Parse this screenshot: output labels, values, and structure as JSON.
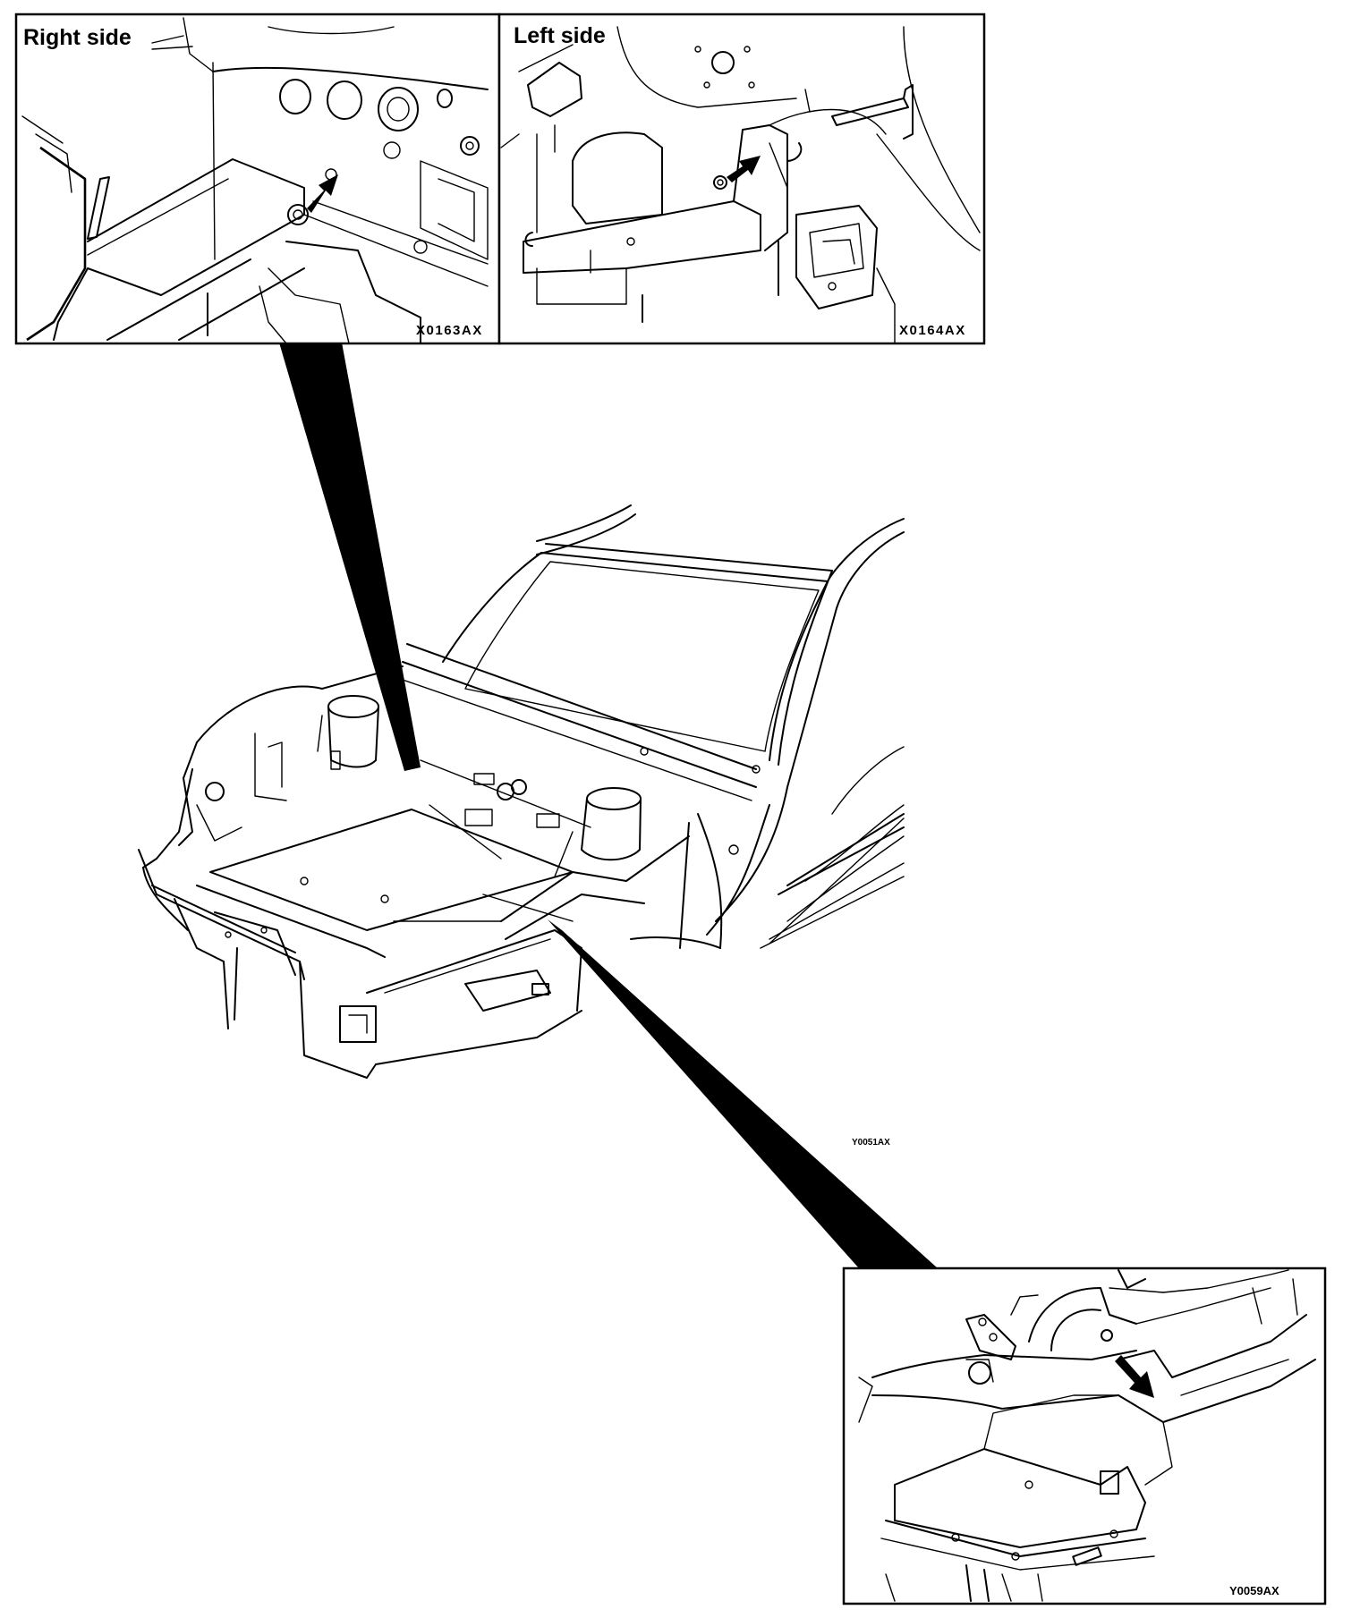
{
  "insets": {
    "right_side": {
      "title": "Right side",
      "code": "X0163AX"
    },
    "left_side": {
      "title": "Left side",
      "code": "X0164AX"
    },
    "bottom": {
      "code": "Y0059AX"
    }
  },
  "main_code": "Y0051AX"
}
